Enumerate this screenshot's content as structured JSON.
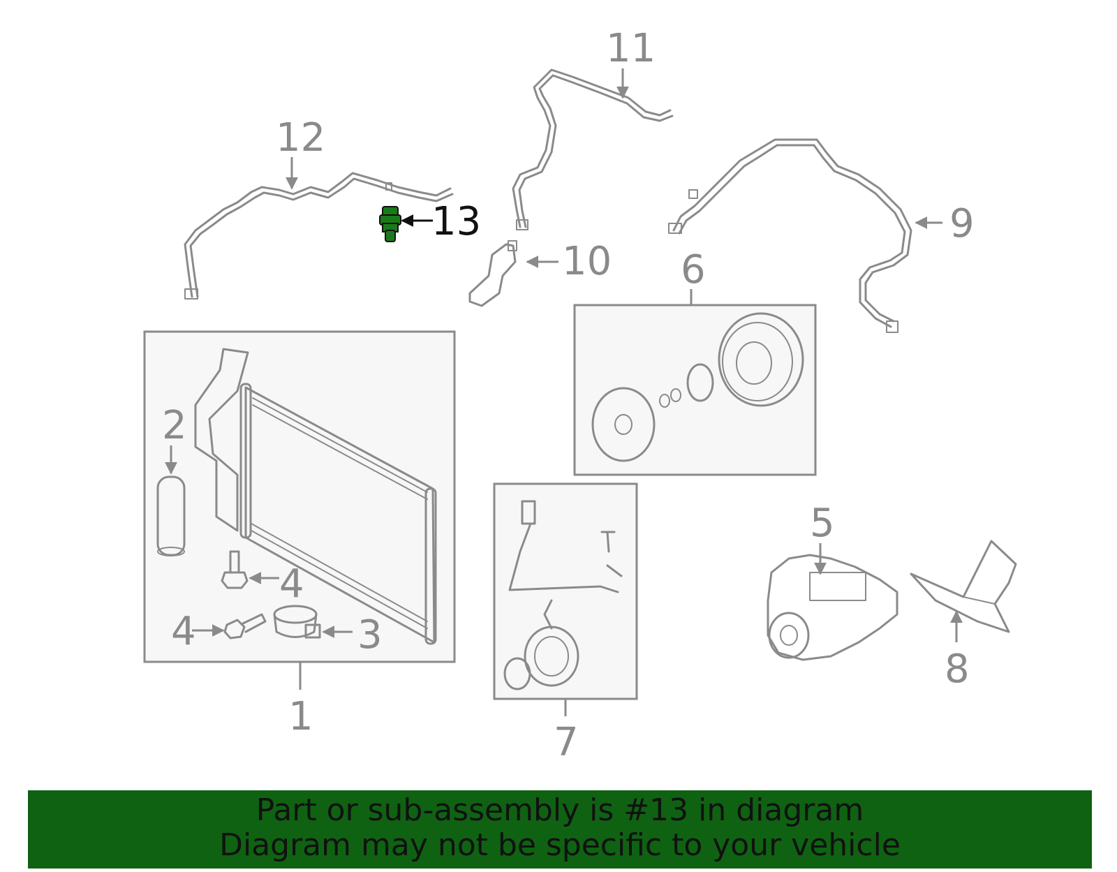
{
  "callouts": {
    "c1": "1",
    "c2": "2",
    "c3": "3",
    "c4a": "4",
    "c4b": "4",
    "c5": "5",
    "c6": "6",
    "c7": "7",
    "c8": "8",
    "c9": "9",
    "c10": "10",
    "c11": "11",
    "c12": "12",
    "c13": "13"
  },
  "highlight": {
    "part_number": "13",
    "color": "#1a7a1a"
  },
  "banner": {
    "line1": "Part or sub-assembly is #13 in diagram",
    "line2": "Diagram may not be specific to your vehicle",
    "background": "#0f6212"
  },
  "colors": {
    "line_art": "#8a8a8a",
    "box_fill": "#f7f7f7"
  }
}
